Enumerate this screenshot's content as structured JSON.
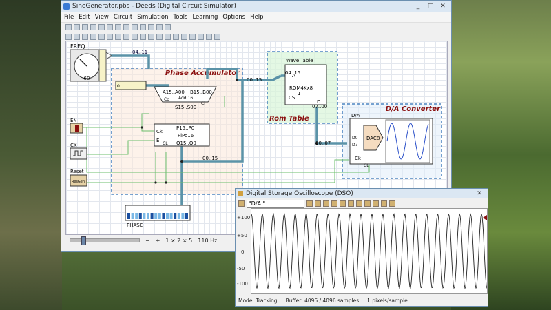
{
  "window": {
    "title": "SineGenerator.pbs - Deeds (Digital Circuit Simulator)",
    "controls": [
      "_",
      "□",
      "✕"
    ]
  },
  "menu": [
    "File",
    "Edit",
    "View",
    "Circuit",
    "Simulation",
    "Tools",
    "Learning",
    "Options",
    "Help"
  ],
  "circuit": {
    "freq_label": "FREQ",
    "freq_value": "60",
    "bus_freq": "04..11",
    "bus_accum_out": "00..15",
    "bus_rom_in": "04..15",
    "bus_rom_out": "07..00",
    "bus_dac": "00..07",
    "bus_feedback": "00..15",
    "phase_acc_title": "Phase Accumulator",
    "rom_title": "Rom Table",
    "dac_title": "D/A Converter",
    "adder": {
      "a": "A15..A00",
      "b": "B15..B00",
      "name": "Add 16",
      "co": "Co",
      "ci": "Ci",
      "s": "S15..S00"
    },
    "register": {
      "p": "P15..P0",
      "name": "PiPo16",
      "q": "Q15..Q0",
      "ck": "Ck",
      "e": "E",
      "cl": "CL"
    },
    "rom": {
      "title": "Wave Table",
      "a": "A",
      "name": "ROM4Kx8",
      "cs": "CS",
      "d": "D"
    },
    "dac": {
      "label": "D/A",
      "name": "DAC8",
      "d0": "D0",
      "d7": "D7",
      "ck": "Ck",
      "cl": "CL"
    },
    "en_label": "EN",
    "ck_label": "CK",
    "reset_label": "Reset",
    "reset_btn": "ResGen",
    "phase_label": "PHASE",
    "zero": "0",
    "one": "1"
  },
  "statusbar": {
    "zoom_minus": "−",
    "zoom_plus": "+",
    "scale": "1 × 2 × 5",
    "freq": "110 Hz"
  },
  "oscilloscope": {
    "title": "Digital Storage Oscilloscope (DSO)",
    "channel": "\"D/A \"",
    "y_ticks": [
      "+100",
      "+50",
      "0",
      "-50",
      "-100"
    ],
    "status_mode": "Mode: Tracking",
    "status_buffer": "Buffer: 4096 / 4096 samples",
    "status_px": "1 pixels/sample"
  }
}
